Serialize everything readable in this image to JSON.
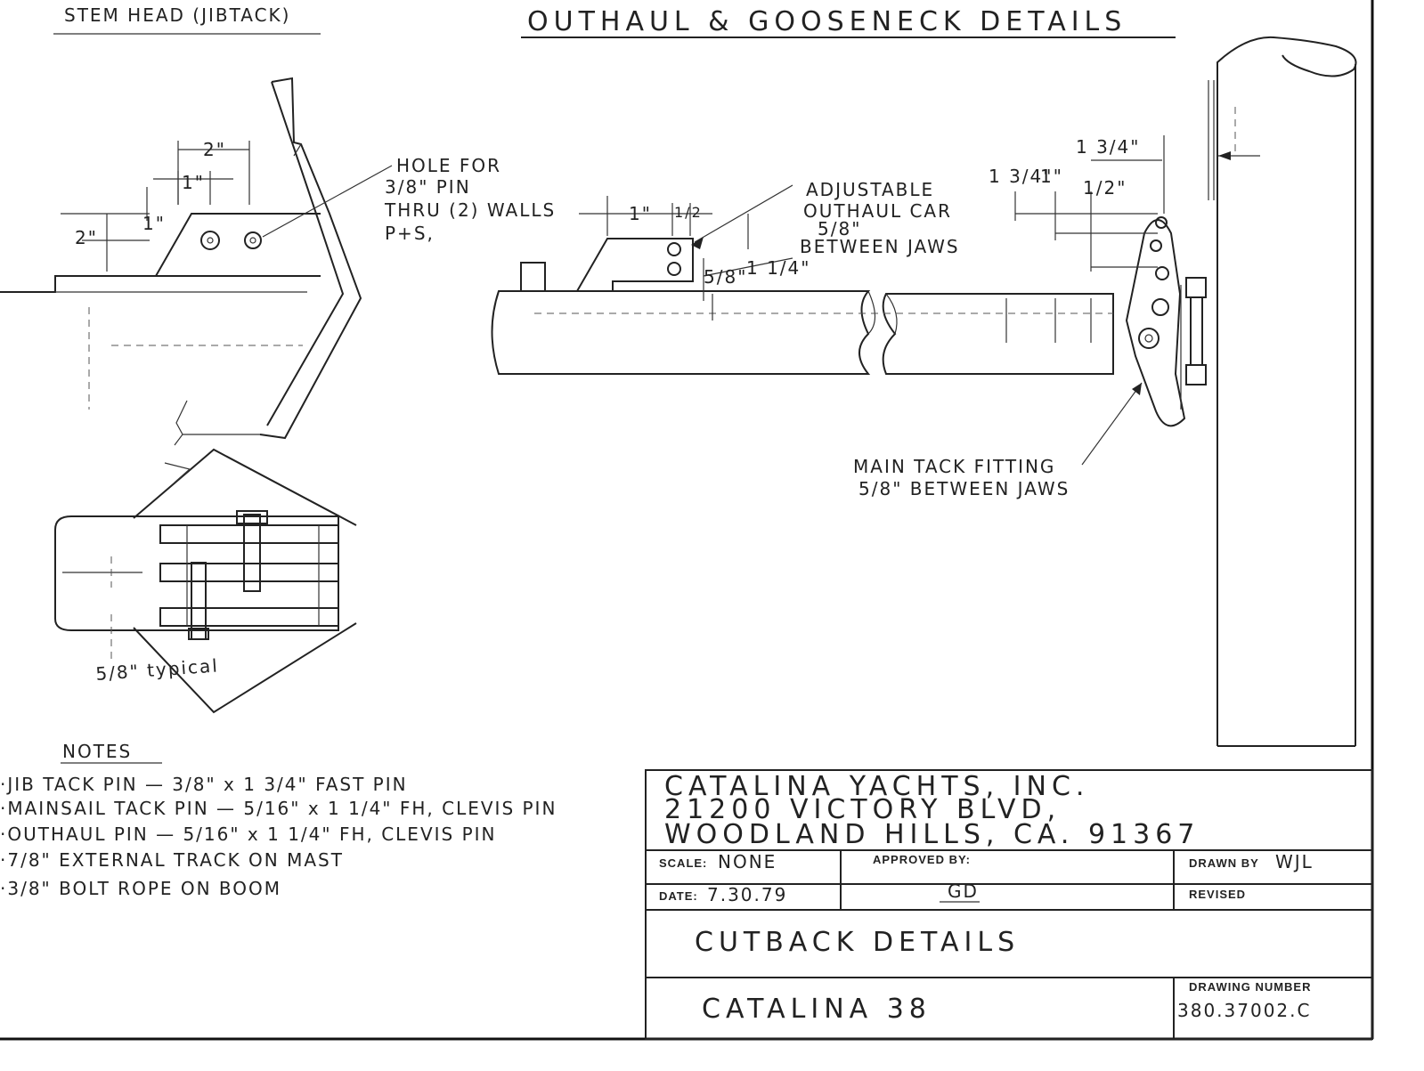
{
  "headings": {
    "stem_head": "STEM HEAD (JIBTACK)",
    "outhaul": "OUTHAUL & GOOSENECK DETAILS"
  },
  "stem_head_dims": {
    "w2": "2\"",
    "w1": "1\"",
    "h1": "1\"",
    "h2": "2\""
  },
  "hole_note": [
    "HOLE FOR",
    "3/8\" PIN",
    "THRU (2) WALLS",
    "P+S,"
  ],
  "outhaul_dims": {
    "d1": "1\"",
    "d_half": "1/2",
    "d_58": "5/8\"",
    "d_114": "1 1/4\""
  },
  "outhaul_car_note": [
    "ADJUSTABLE",
    "OUTHAUL CAR",
    "5/8\"",
    "BETWEEN JAWS"
  ],
  "gooseneck_dims": {
    "a": "1 3/4\"",
    "b": "1\"",
    "c": "1 3/4\"",
    "d": "1/2\""
  },
  "main_tack_note": [
    "MAIN TACK FITTING",
    "5/8\" BETWEEN JAWS"
  ],
  "typical_note": "5/8\" typical",
  "notes": {
    "title": "NOTES",
    "items": [
      "·JIB TACK PIN — 3/8\" x 1 3/4\" FAST PIN",
      "·MAINSAIL TACK PIN — 5/16\" x 1 1/4\" FH, CLEVIS PIN",
      "·OUTHAUL PIN — 5/16\" x 1 1/4\" FH, CLEVIS PIN",
      "·7/8\" EXTERNAL TRACK ON MAST",
      "·3/8\" BOLT ROPE ON BOOM"
    ]
  },
  "title_block": {
    "company": [
      "CATALINA YACHTS, INC.",
      "21200 VICTORY BLVD,",
      "WOODLAND HILLS, CA.   91367"
    ],
    "scale_label": "SCALE:",
    "scale_value": "NONE",
    "approved_label": "APPROVED BY:",
    "approved_value": "GD",
    "drawn_label": "DRAWN BY",
    "drawn_value": "WJL",
    "date_label": "DATE:",
    "date_value": "7.30.79",
    "revised_label": "REVISED",
    "title": "CUTBACK DETAILS",
    "boat": "CATALINA 38",
    "drawing_number_label": "DRAWING NUMBER",
    "drawing_number": "380.37002.C"
  }
}
